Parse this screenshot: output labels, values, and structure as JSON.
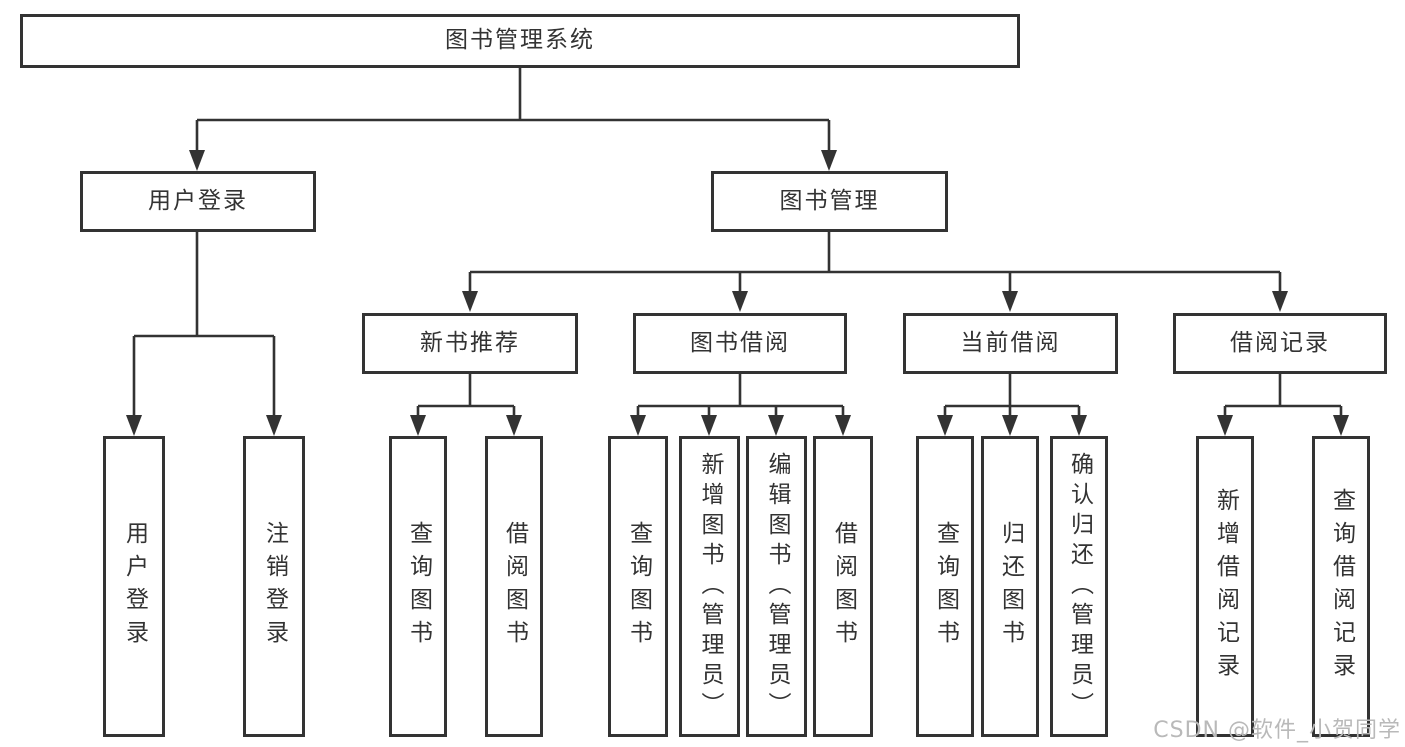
{
  "diagram": {
    "tree": {
      "label": "图书管理系统",
      "children": [
        {
          "label": "用户登录",
          "children": [
            {
              "label": "用户登录"
            },
            {
              "label": "注销登录"
            }
          ]
        },
        {
          "label": "图书管理",
          "children": [
            {
              "label": "新书推荐",
              "children": [
                {
                  "label": "查询图书"
                },
                {
                  "label": "借阅图书"
                }
              ]
            },
            {
              "label": "图书借阅",
              "children": [
                {
                  "label": "查询图书"
                },
                {
                  "label": "新增图书（管理员）"
                },
                {
                  "label": "编辑图书（管理员）"
                },
                {
                  "label": "借阅图书"
                }
              ]
            },
            {
              "label": "当前借阅",
              "children": [
                {
                  "label": "查询图书"
                },
                {
                  "label": "归还图书"
                },
                {
                  "label": "确认归还（管理员）"
                }
              ]
            },
            {
              "label": "借阅记录",
              "children": [
                {
                  "label": "新增借阅记录"
                },
                {
                  "label": "查询借阅记录"
                }
              ]
            }
          ]
        }
      ]
    },
    "watermark": {
      "text": "CSDN @软件_小贺同学"
    },
    "colors": {
      "line": "#333333",
      "text": "#333333",
      "box_background": "#ffffff",
      "watermark": "#b9b9b9",
      "background": "#ffffff"
    }
  }
}
